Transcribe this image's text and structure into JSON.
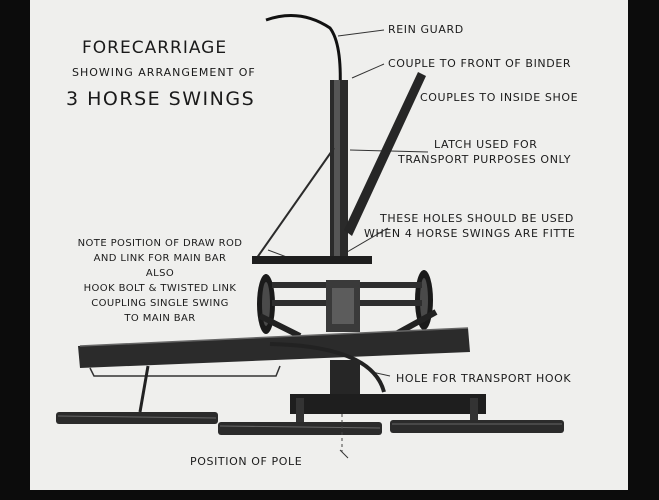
{
  "title": {
    "line1": "FORECARRIAGE",
    "line2": "SHOWING ARRANGEMENT OF",
    "line3": "3 HORSE SWINGS"
  },
  "labels": {
    "rein_guard": "REIN GUARD",
    "couple_front": "COUPLE TO FRONT OF BINDER",
    "couples_inside": "COUPLES TO INSIDE SHOE",
    "latch_line1": "LATCH USED FOR",
    "latch_line2": "TRANSPORT PURPOSES ONLY",
    "holes_line1": "THESE HOLES SHOULD BE USED",
    "holes_line2": "WHEN 4 HORSE SWINGS ARE FITTE",
    "hole_transport": "HOLE FOR TRANSPORT HOOK",
    "position_pole": "POSITION OF POLE"
  },
  "note": {
    "line1": "NOTE POSITION OF DRAW ROD",
    "line2": "AND LINK FOR MAIN BAR",
    "line3": "ALSO",
    "line4": "HOOK BOLT & TWISTED LINK",
    "line5": "COUPLING SINGLE SWING",
    "line6": "TO MAIN BAR"
  }
}
